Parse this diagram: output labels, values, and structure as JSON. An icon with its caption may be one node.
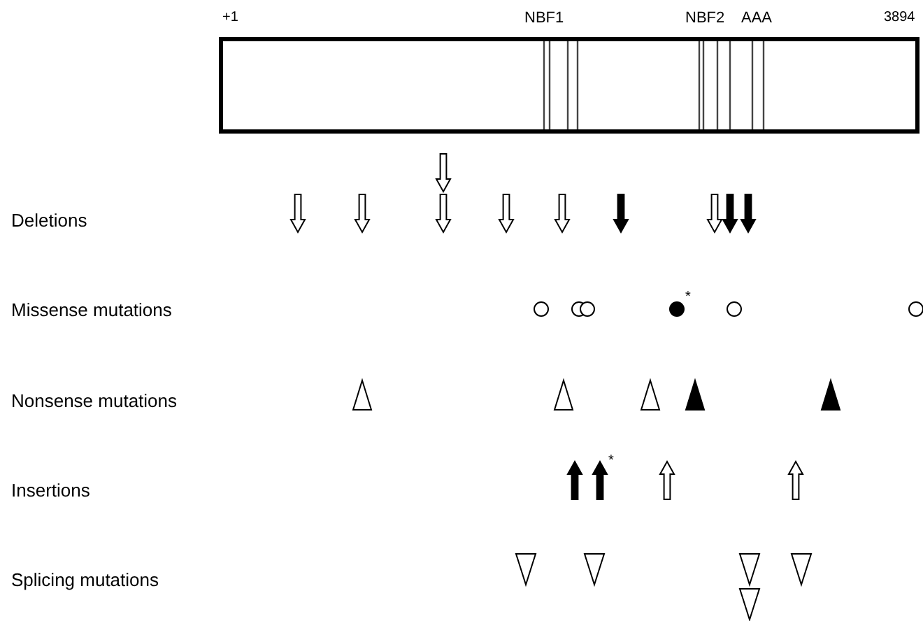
{
  "diagram": {
    "labels": [
      "+1",
      "NBF1",
      "NBF2",
      "AAA",
      "3894",
      "Deletions",
      "Missense mutations",
      "*",
      "Nonsense mutations",
      "Insertions",
      "*",
      "Splicing mutations"
    ]
  }
}
